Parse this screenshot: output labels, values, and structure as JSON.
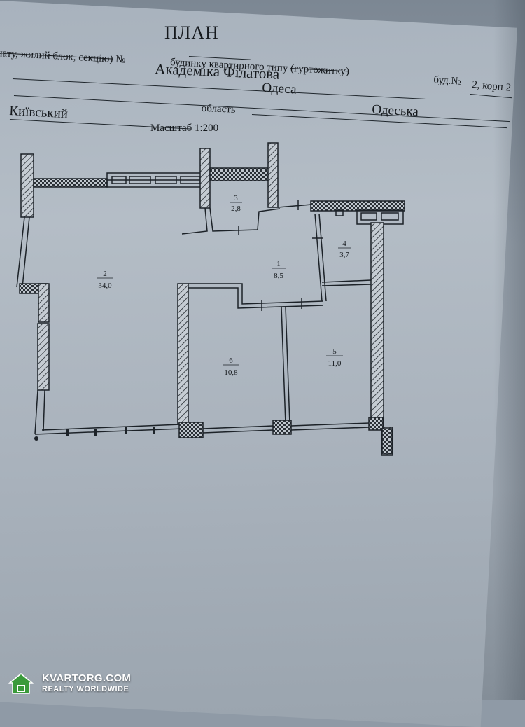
{
  "document": {
    "title": "ПЛАН",
    "line1_strike": "нату, жилий блок, секцію)",
    "line1_no": "№",
    "line1_tail": "будинку квартирного типу",
    "line1_paren": "(гуртожитку)",
    "street": "Академіка Філатова",
    "building_label": "буд.№",
    "building_value": "2, корп 2",
    "city": "Одеса",
    "district": "Київський",
    "region_label": "область",
    "region": "Одеська",
    "scale": "Масштаб 1:200"
  },
  "rooms": [
    {
      "number": "1",
      "area": "8,5"
    },
    {
      "number": "2",
      "area": "34,0"
    },
    {
      "number": "3",
      "area": "2,8"
    },
    {
      "number": "4",
      "area": "3,7"
    },
    {
      "number": "5",
      "area": "11,0"
    },
    {
      "number": "6",
      "area": "10,8"
    }
  ],
  "watermark": {
    "brand": "KVARTORG.COM",
    "tagline": "REALTY WORLDWIDE"
  },
  "colors": {
    "paper": "#b4bdc6",
    "ink": "#15191d",
    "watermark_green": "#3a9a3a"
  }
}
